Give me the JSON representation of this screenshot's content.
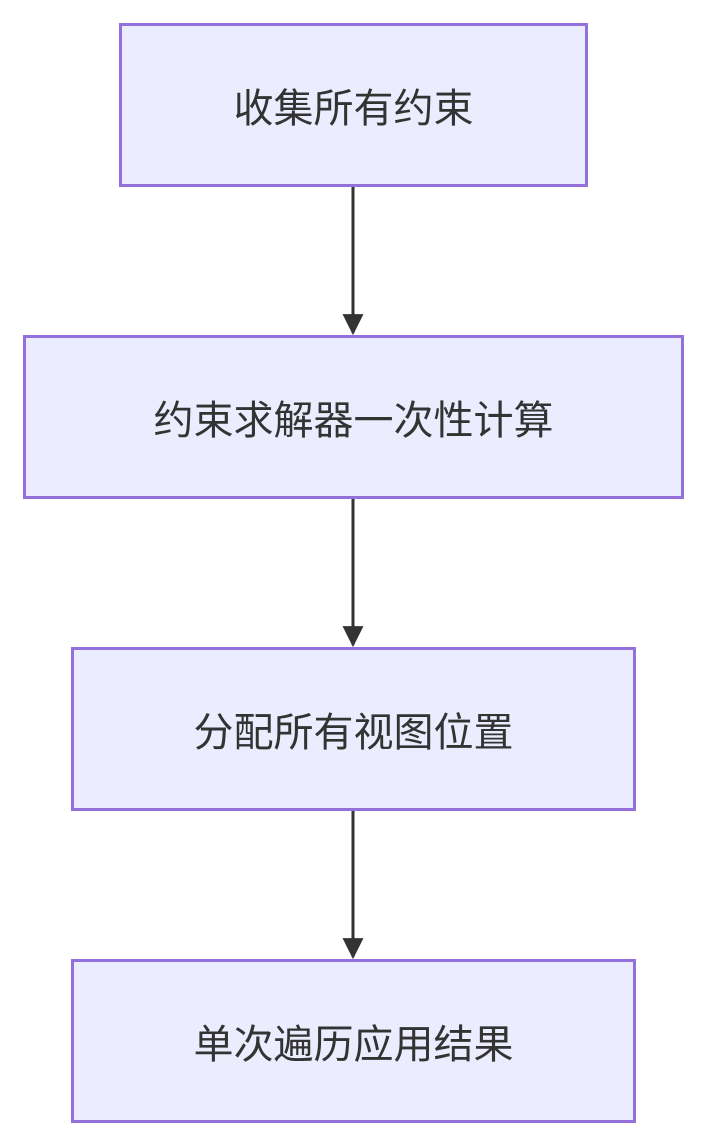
{
  "nodes": [
    {
      "id": "n1",
      "label": "收集所有约束"
    },
    {
      "id": "n2",
      "label": "约束求解器一次性计算"
    },
    {
      "id": "n3",
      "label": "分配所有视图位置"
    },
    {
      "id": "n4",
      "label": "单次遍历应用结果"
    }
  ],
  "edges": [
    {
      "from": "n1",
      "to": "n2"
    },
    {
      "from": "n2",
      "to": "n3"
    },
    {
      "from": "n3",
      "to": "n4"
    }
  ],
  "colors": {
    "node_fill": "#ECECFF",
    "node_stroke": "#9370DB",
    "edge": "#333333",
    "text": "#333333"
  }
}
